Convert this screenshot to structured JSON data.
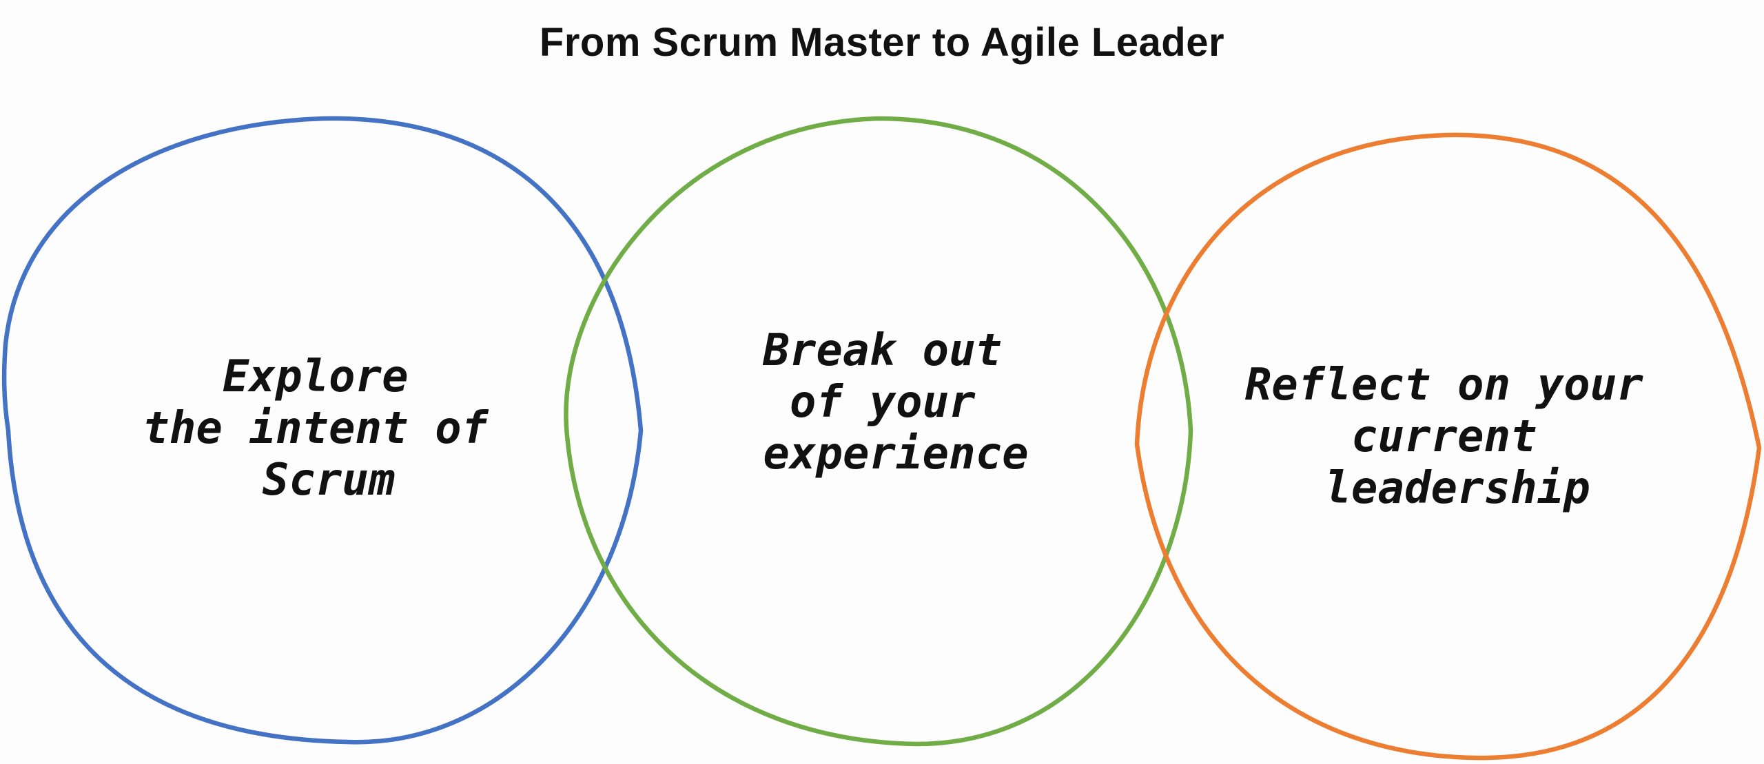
{
  "title": "From Scrum Master to Agile Leader",
  "circles": [
    {
      "label_lines": [
        "Explore",
        "the intent of",
        "Scrum"
      ],
      "color": "#4472c4"
    },
    {
      "label_lines": [
        "Break out",
        "of your",
        "experience"
      ],
      "color": "#70ad47"
    },
    {
      "label_lines": [
        "Reflect on your",
        "current",
        "leadership"
      ],
      "color": "#ed7d31"
    }
  ]
}
